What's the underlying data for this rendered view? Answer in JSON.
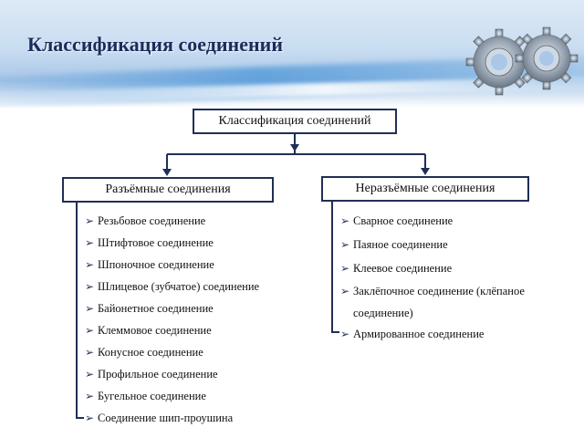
{
  "slide": {
    "title": "Классификация соединений"
  },
  "diagram": {
    "root": "Классификация соединений",
    "left": {
      "title": "Разъёмные соединения",
      "items": [
        "Резьбовое соединение",
        "Штифтовое соединение",
        "Шпоночное соединение",
        "Шлицевое (зубчатое) соединение",
        "Байонетное соединение",
        "Клеммовое соединение",
        "Конусное соединение",
        "Профильное соединение",
        "Бугельное соединение",
        "Соединение шип-проушина"
      ]
    },
    "right": {
      "title": "Неразъёмные соединения",
      "items": [
        "Сварное соединение",
        "Паяное соединение",
        "Клеевое соединение",
        "Заклёпочное соединение (клёпаное",
        "соединение)",
        "Армированное соединение"
      ]
    }
  },
  "colors": {
    "line": "#1f2f55",
    "title": "#1b2c5a"
  },
  "icons": {
    "header_graphic": "gears-icon",
    "bullet": "arrow-right-icon"
  }
}
